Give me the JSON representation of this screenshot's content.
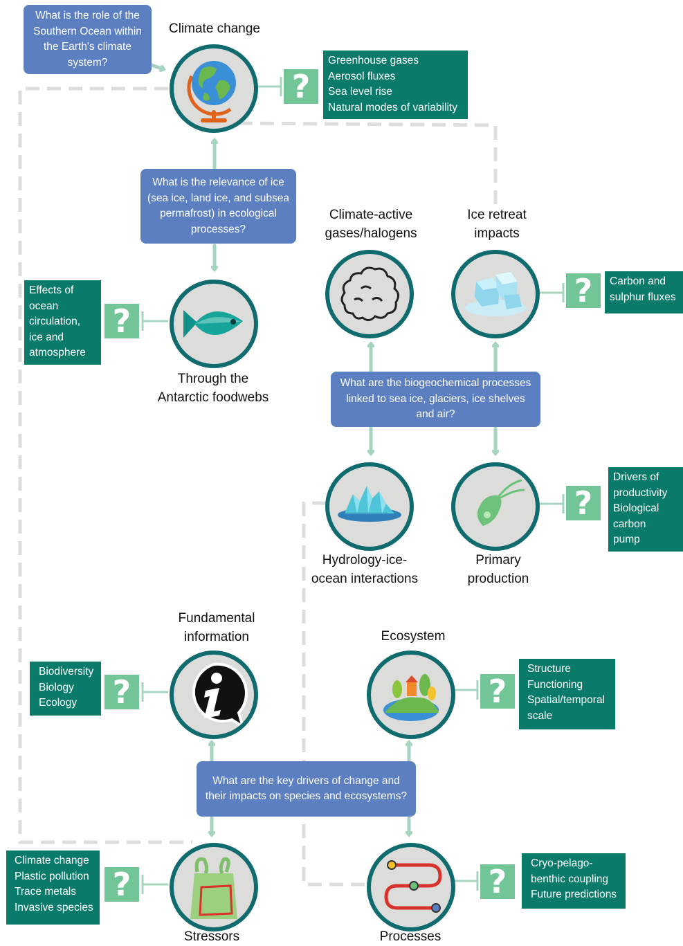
{
  "questions": {
    "q_southern_ocean": "What is the role of the Southern Ocean within the Earth's climate system?",
    "q_ice": "What is the relevance of ice (sea ice, land ice, and subsea permafrost) in ecological processes?",
    "q_biogeo": "What are the biogeochemical processes linked to sea ice, glaciers, ice shelves and air?",
    "q_drivers": "What are the key drivers of change and their impacts on species and ecosystems?"
  },
  "nodes": {
    "climate_change": {
      "title": "Climate change",
      "icon": "globe-icon"
    },
    "foodwebs": {
      "title_lines": [
        "Through the",
        "Antarctic foodwebs"
      ],
      "icon": "fish-icon"
    },
    "gases": {
      "title_lines": [
        "Climate-active",
        "gases/halogens"
      ],
      "icon": "cloud-icon"
    },
    "ice_retreat": {
      "title_lines": [
        "Ice retreat",
        "impacts"
      ],
      "icon": "ice-cubes-icon"
    },
    "hydrology": {
      "title_lines": [
        "Hydrology-ice-",
        "ocean interactions"
      ],
      "icon": "iceberg-icon"
    },
    "primary": {
      "title_lines": [
        "Primary",
        "production"
      ],
      "icon": "phytoplankton-icon"
    },
    "fundamental": {
      "title_lines": [
        "Fundamental",
        "information"
      ],
      "icon": "info-icon"
    },
    "ecosystem": {
      "title": "Ecosystem",
      "icon": "ecosystem-icon"
    },
    "stressors": {
      "title": "Stressors",
      "icon": "plastic-bag-icon"
    },
    "processes": {
      "title": "Processes",
      "icon": "process-path-icon"
    }
  },
  "knowledge_boxes": {
    "climate_change": [
      "Greenhouse gases",
      "Aerosol fluxes",
      "Sea level rise",
      "Natural modes of variability"
    ],
    "foodwebs": [
      "Effects of",
      "ocean",
      "circulation,",
      "ice and",
      "atmosphere"
    ],
    "ice_retreat": [
      "Carbon and",
      "sulphur fluxes"
    ],
    "primary": [
      "Drivers of",
      "productivity",
      "Biological",
      "carbon",
      "pump"
    ],
    "fundamental": [
      "Biodiversity",
      "Biology",
      "Ecology"
    ],
    "ecosystem": [
      "Structure",
      "Functioning",
      "Spatial/temporal",
      "scale"
    ],
    "stressors": [
      "Climate change",
      "Plastic pollution",
      "Trace metals",
      "Invasive species"
    ],
    "processes": [
      "Cryo-pelago-",
      "benthic coupling",
      "Future predictions"
    ]
  },
  "question_mark": "?",
  "colors": {
    "question_box": "#5b7fc0",
    "knowledge_box": "#0a7a6b",
    "question_mark": "#72c597",
    "arrow": "#a6d4bf",
    "circle_border": "#0f6b6e",
    "circle_fill": "#dcdcda",
    "dashed_line": "#dddddd"
  }
}
